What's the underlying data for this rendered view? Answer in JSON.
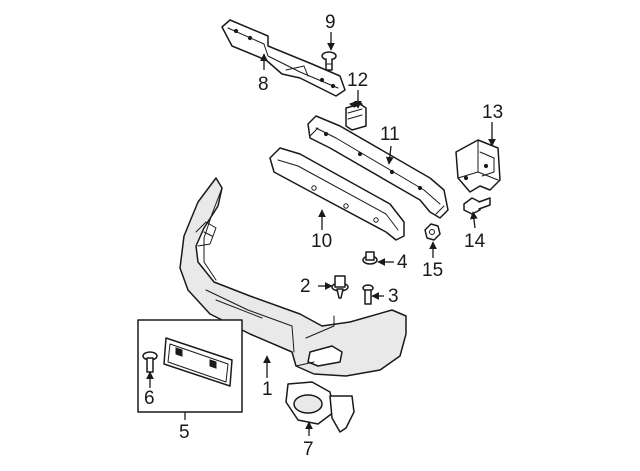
{
  "colors": {
    "line": "#1a1a1a",
    "background": "#ffffff",
    "shade": "#e9e9e9"
  },
  "callouts": [
    {
      "id": "c1",
      "text": "1"
    },
    {
      "id": "c2",
      "text": "2"
    },
    {
      "id": "c3",
      "text": "3"
    },
    {
      "id": "c4",
      "text": "4"
    },
    {
      "id": "c5",
      "text": "5"
    },
    {
      "id": "c6",
      "text": "6"
    },
    {
      "id": "c7",
      "text": "7"
    },
    {
      "id": "c8",
      "text": "8"
    },
    {
      "id": "c9",
      "text": "9"
    },
    {
      "id": "c10",
      "text": "10"
    },
    {
      "id": "c11",
      "text": "11"
    },
    {
      "id": "c12",
      "text": "12"
    },
    {
      "id": "c13",
      "text": "13"
    },
    {
      "id": "c14",
      "text": "14"
    },
    {
      "id": "c15",
      "text": "15"
    }
  ]
}
